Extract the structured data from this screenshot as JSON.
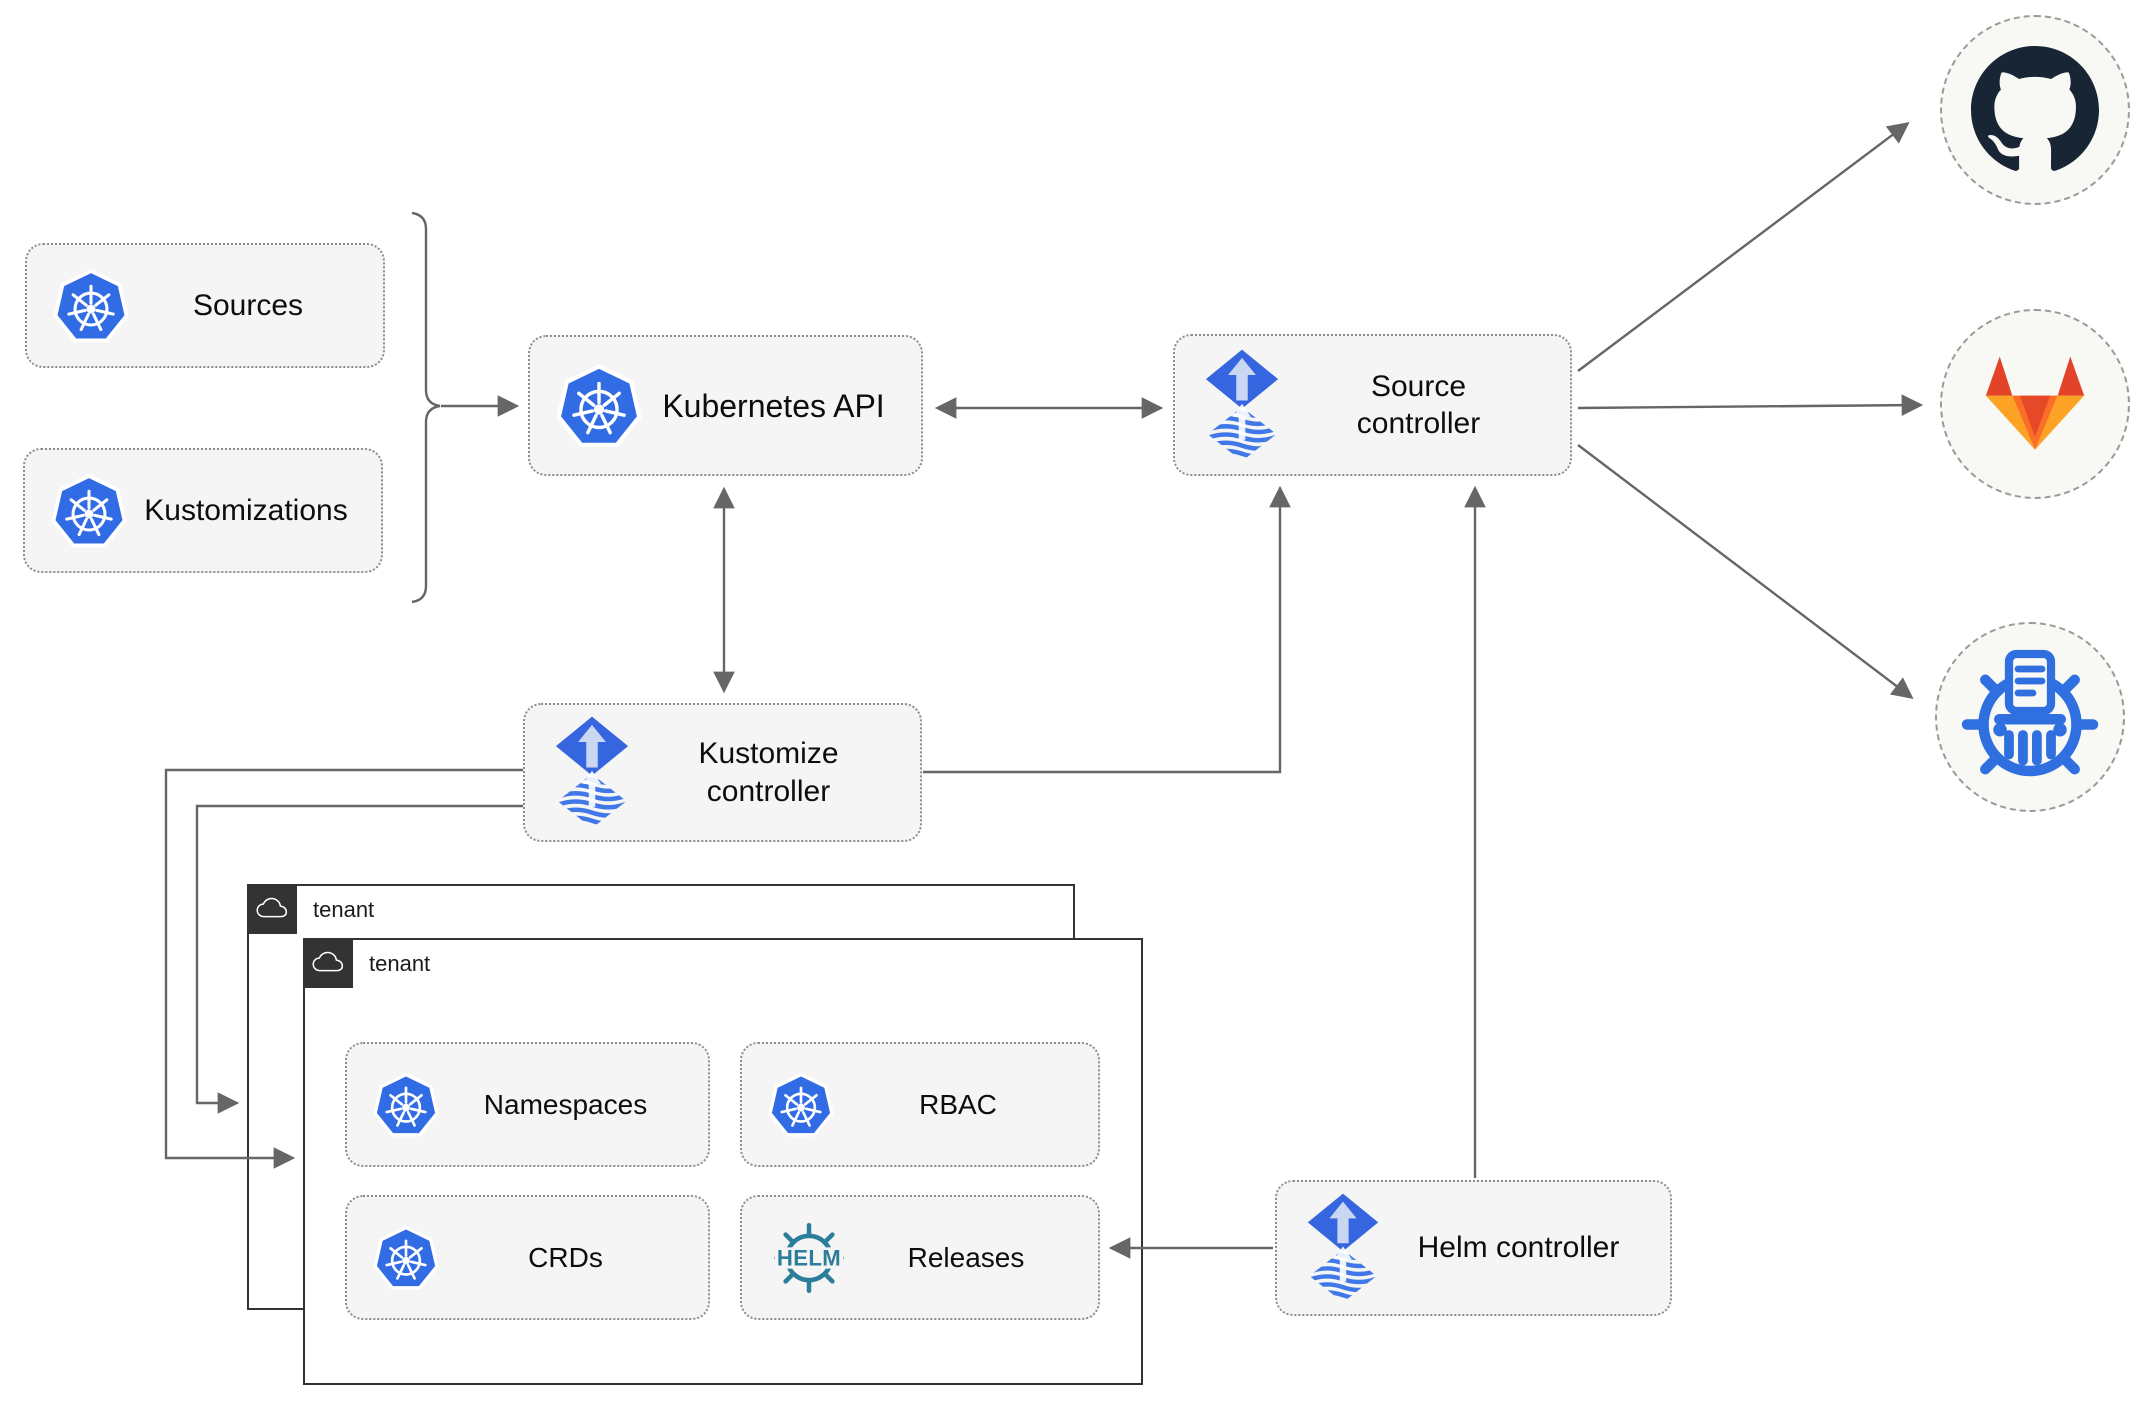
{
  "colors": {
    "line": "#666666",
    "box_fill": "#f5f5f5",
    "box_border": "#8d8d8d",
    "kubernetes_blue": "#326CE5",
    "flux_blue": "#3566DF",
    "flux_light_arrow": "#C9D7F3",
    "flux_wave_blue": "#4078E8",
    "helm_teal": "#2B7D99",
    "github_dark": "#182534",
    "gitlab_red": "#E24329",
    "gitlab_orange": "#FC6D26",
    "gitlab_amber": "#FCA326",
    "chartmuseum_blue": "#2F6FE0",
    "tenant_dark": "#333333"
  },
  "nodes": {
    "sources": {
      "label": "Sources",
      "icon": "kubernetes-icon"
    },
    "kustomizations": {
      "label": "Kustomizations",
      "icon": "kubernetes-icon"
    },
    "kubernetes_api": {
      "label": "Kubernetes API",
      "icon": "kubernetes-icon"
    },
    "source_controller": {
      "label": "Source controller",
      "icon": "flux-icon"
    },
    "kustomize_controller": {
      "label": "Kustomize controller",
      "icon": "flux-icon"
    },
    "helm_controller": {
      "label": "Helm controller",
      "icon": "flux-icon"
    },
    "namespaces": {
      "label": "Namespaces",
      "icon": "kubernetes-icon"
    },
    "rbac": {
      "label": "RBAC",
      "icon": "kubernetes-icon"
    },
    "crds": {
      "label": "CRDs",
      "icon": "kubernetes-icon"
    },
    "releases": {
      "label": "Releases",
      "icon": "helm-icon",
      "icon_text": "HELM"
    }
  },
  "containers": {
    "tenant_back": {
      "label": "tenant"
    },
    "tenant_front": {
      "label": "tenant"
    }
  },
  "endpoints": {
    "github": {
      "icon": "github-icon"
    },
    "gitlab": {
      "icon": "gitlab-icon"
    },
    "chartmuseum": {
      "icon": "chartmuseum-icon"
    }
  },
  "edges": [
    {
      "from": "sources-kustomizations-group",
      "to": "kubernetes-api",
      "bidirectional": false
    },
    {
      "from": "kubernetes-api",
      "to": "source-controller",
      "bidirectional": true
    },
    {
      "from": "kubernetes-api",
      "to": "kustomize-controller",
      "bidirectional": true
    },
    {
      "from": "kustomize-controller",
      "to": "source-controller",
      "bidirectional": false
    },
    {
      "from": "helm-controller",
      "to": "source-controller",
      "bidirectional": false
    },
    {
      "from": "helm-controller",
      "to": "releases",
      "bidirectional": false
    },
    {
      "from": "kustomize-controller",
      "to": "tenant-front",
      "bidirectional": false
    },
    {
      "from": "kustomize-controller",
      "to": "tenant-back",
      "bidirectional": false
    },
    {
      "from": "source-controller",
      "to": "github",
      "bidirectional": false
    },
    {
      "from": "source-controller",
      "to": "gitlab",
      "bidirectional": false
    },
    {
      "from": "source-controller",
      "to": "chartmuseum",
      "bidirectional": false
    }
  ]
}
